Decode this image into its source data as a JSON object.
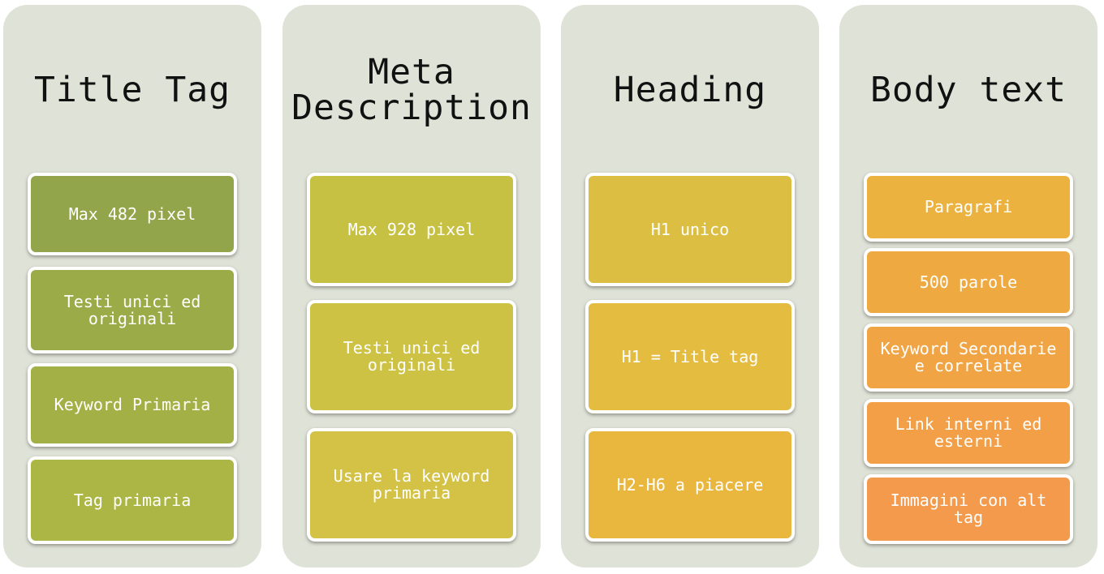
{
  "columns": [
    {
      "title": "Title Tag",
      "items": [
        {
          "label": "Max 482 pixel",
          "color": "#93a54a"
        },
        {
          "label": "Testi unici ed originali",
          "color": "#9aab48"
        },
        {
          "label": "Keyword Primaria",
          "color": "#a3b046"
        },
        {
          "label": "Tag primaria",
          "color": "#abb644"
        }
      ]
    },
    {
      "title": "Meta\nDescription",
      "items": [
        {
          "label": "Max 928 pixel",
          "color": "#c7c143"
        },
        {
          "label": "Testi unici ed originali",
          "color": "#cdc244"
        },
        {
          "label": "Usare la keyword primaria",
          "color": "#d3c245"
        }
      ]
    },
    {
      "title": "Heading",
      "items": [
        {
          "label": "H1 unico",
          "color": "#dcbf42"
        },
        {
          "label": "H1 = Title tag",
          "color": "#e3bc40"
        },
        {
          "label": "H2-H6 a piacere",
          "color": "#e9b73e"
        }
      ]
    },
    {
      "title": "Body text",
      "items": [
        {
          "label": "Paragrafi",
          "color": "#ecb23f"
        },
        {
          "label": "500 parole",
          "color": "#eeaa40"
        },
        {
          "label": "Keyword Secondarie e correlate",
          "color": "#f0a443"
        },
        {
          "label": "Link interni ed esterni",
          "color": "#f29f47"
        },
        {
          "label": "Immagini con alt tag",
          "color": "#f49a4c"
        }
      ]
    }
  ]
}
